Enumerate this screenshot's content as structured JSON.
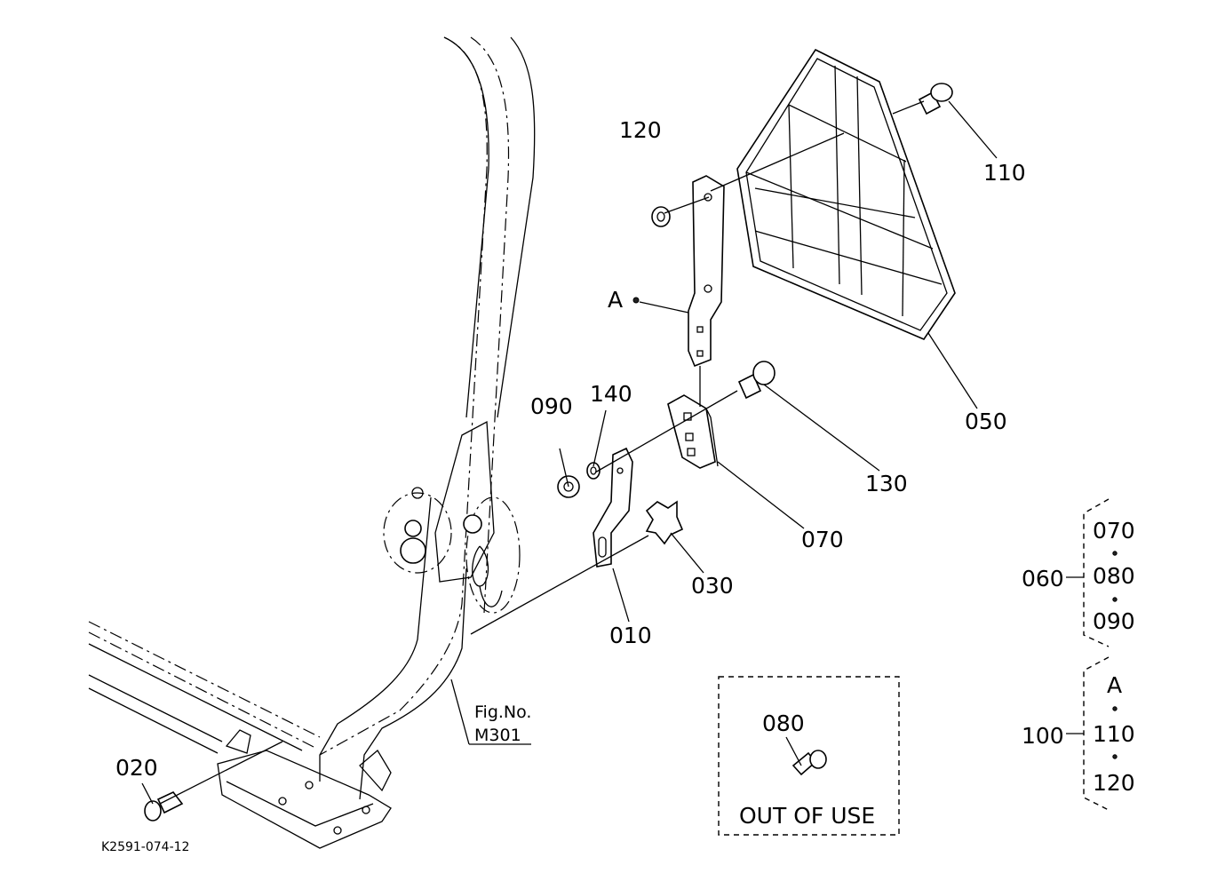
{
  "callouts": {
    "p120": "120",
    "p110": "110",
    "pA": "A",
    "p090": "090",
    "p140": "140",
    "p130": "130",
    "p050": "050",
    "p070": "070",
    "p030": "030",
    "p010": "010",
    "p020": "020",
    "p080": "080"
  },
  "fig_ref": {
    "line1": "Fig.No.",
    "line2": "M301"
  },
  "out_of_use": "OUT OF USE",
  "drawing_number": "K2591-074-12",
  "groups": {
    "g060": {
      "label": "060",
      "items": [
        "070",
        "080",
        "090"
      ]
    },
    "g100": {
      "label": "100",
      "items": [
        "A",
        "110",
        "120"
      ]
    }
  }
}
